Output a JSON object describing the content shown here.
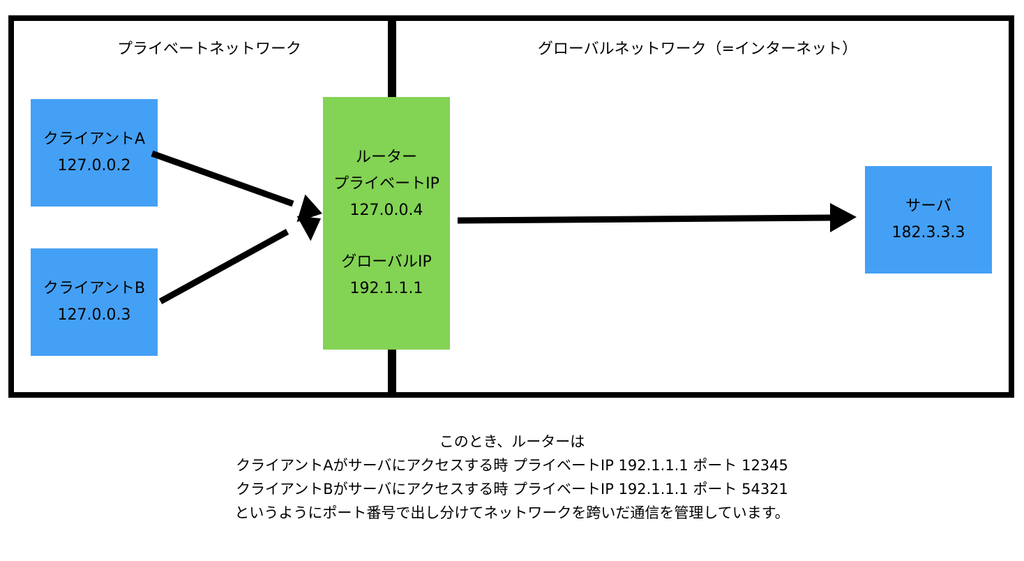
{
  "regions": {
    "private_label": "プライベートネットワーク",
    "global_label": "グローバルネットワーク（=インターネット）"
  },
  "nodes": {
    "client_a": {
      "name": "クライアントA",
      "ip": "127.0.0.2"
    },
    "client_b": {
      "name": "クライアントB",
      "ip": "127.0.0.3"
    },
    "router": {
      "name": "ルーター",
      "private_ip_label": "プライベートIP",
      "private_ip": "127.0.0.4",
      "global_ip_label": "グローバルIP",
      "global_ip": "192.1.1.1"
    },
    "server": {
      "name": "サーバ",
      "ip": "182.3.3.3"
    }
  },
  "caption": {
    "line1": "このとき、ルーターは",
    "line2": "クライアントAがサーバにアクセスする時 プライベートIP  192.1.1.1 ポート 12345",
    "line3": "クライアントBがサーバにアクセスする時 プライベートIP 192.1.1.1 ポート 54321",
    "line4": "というようにポート番号で出し分けてネットワークを跨いだ通信を管理しています。"
  },
  "colors": {
    "client_fill": "#44a0f5",
    "router_fill": "#83d354",
    "server_fill": "#44a0f5",
    "line": "#000000"
  }
}
